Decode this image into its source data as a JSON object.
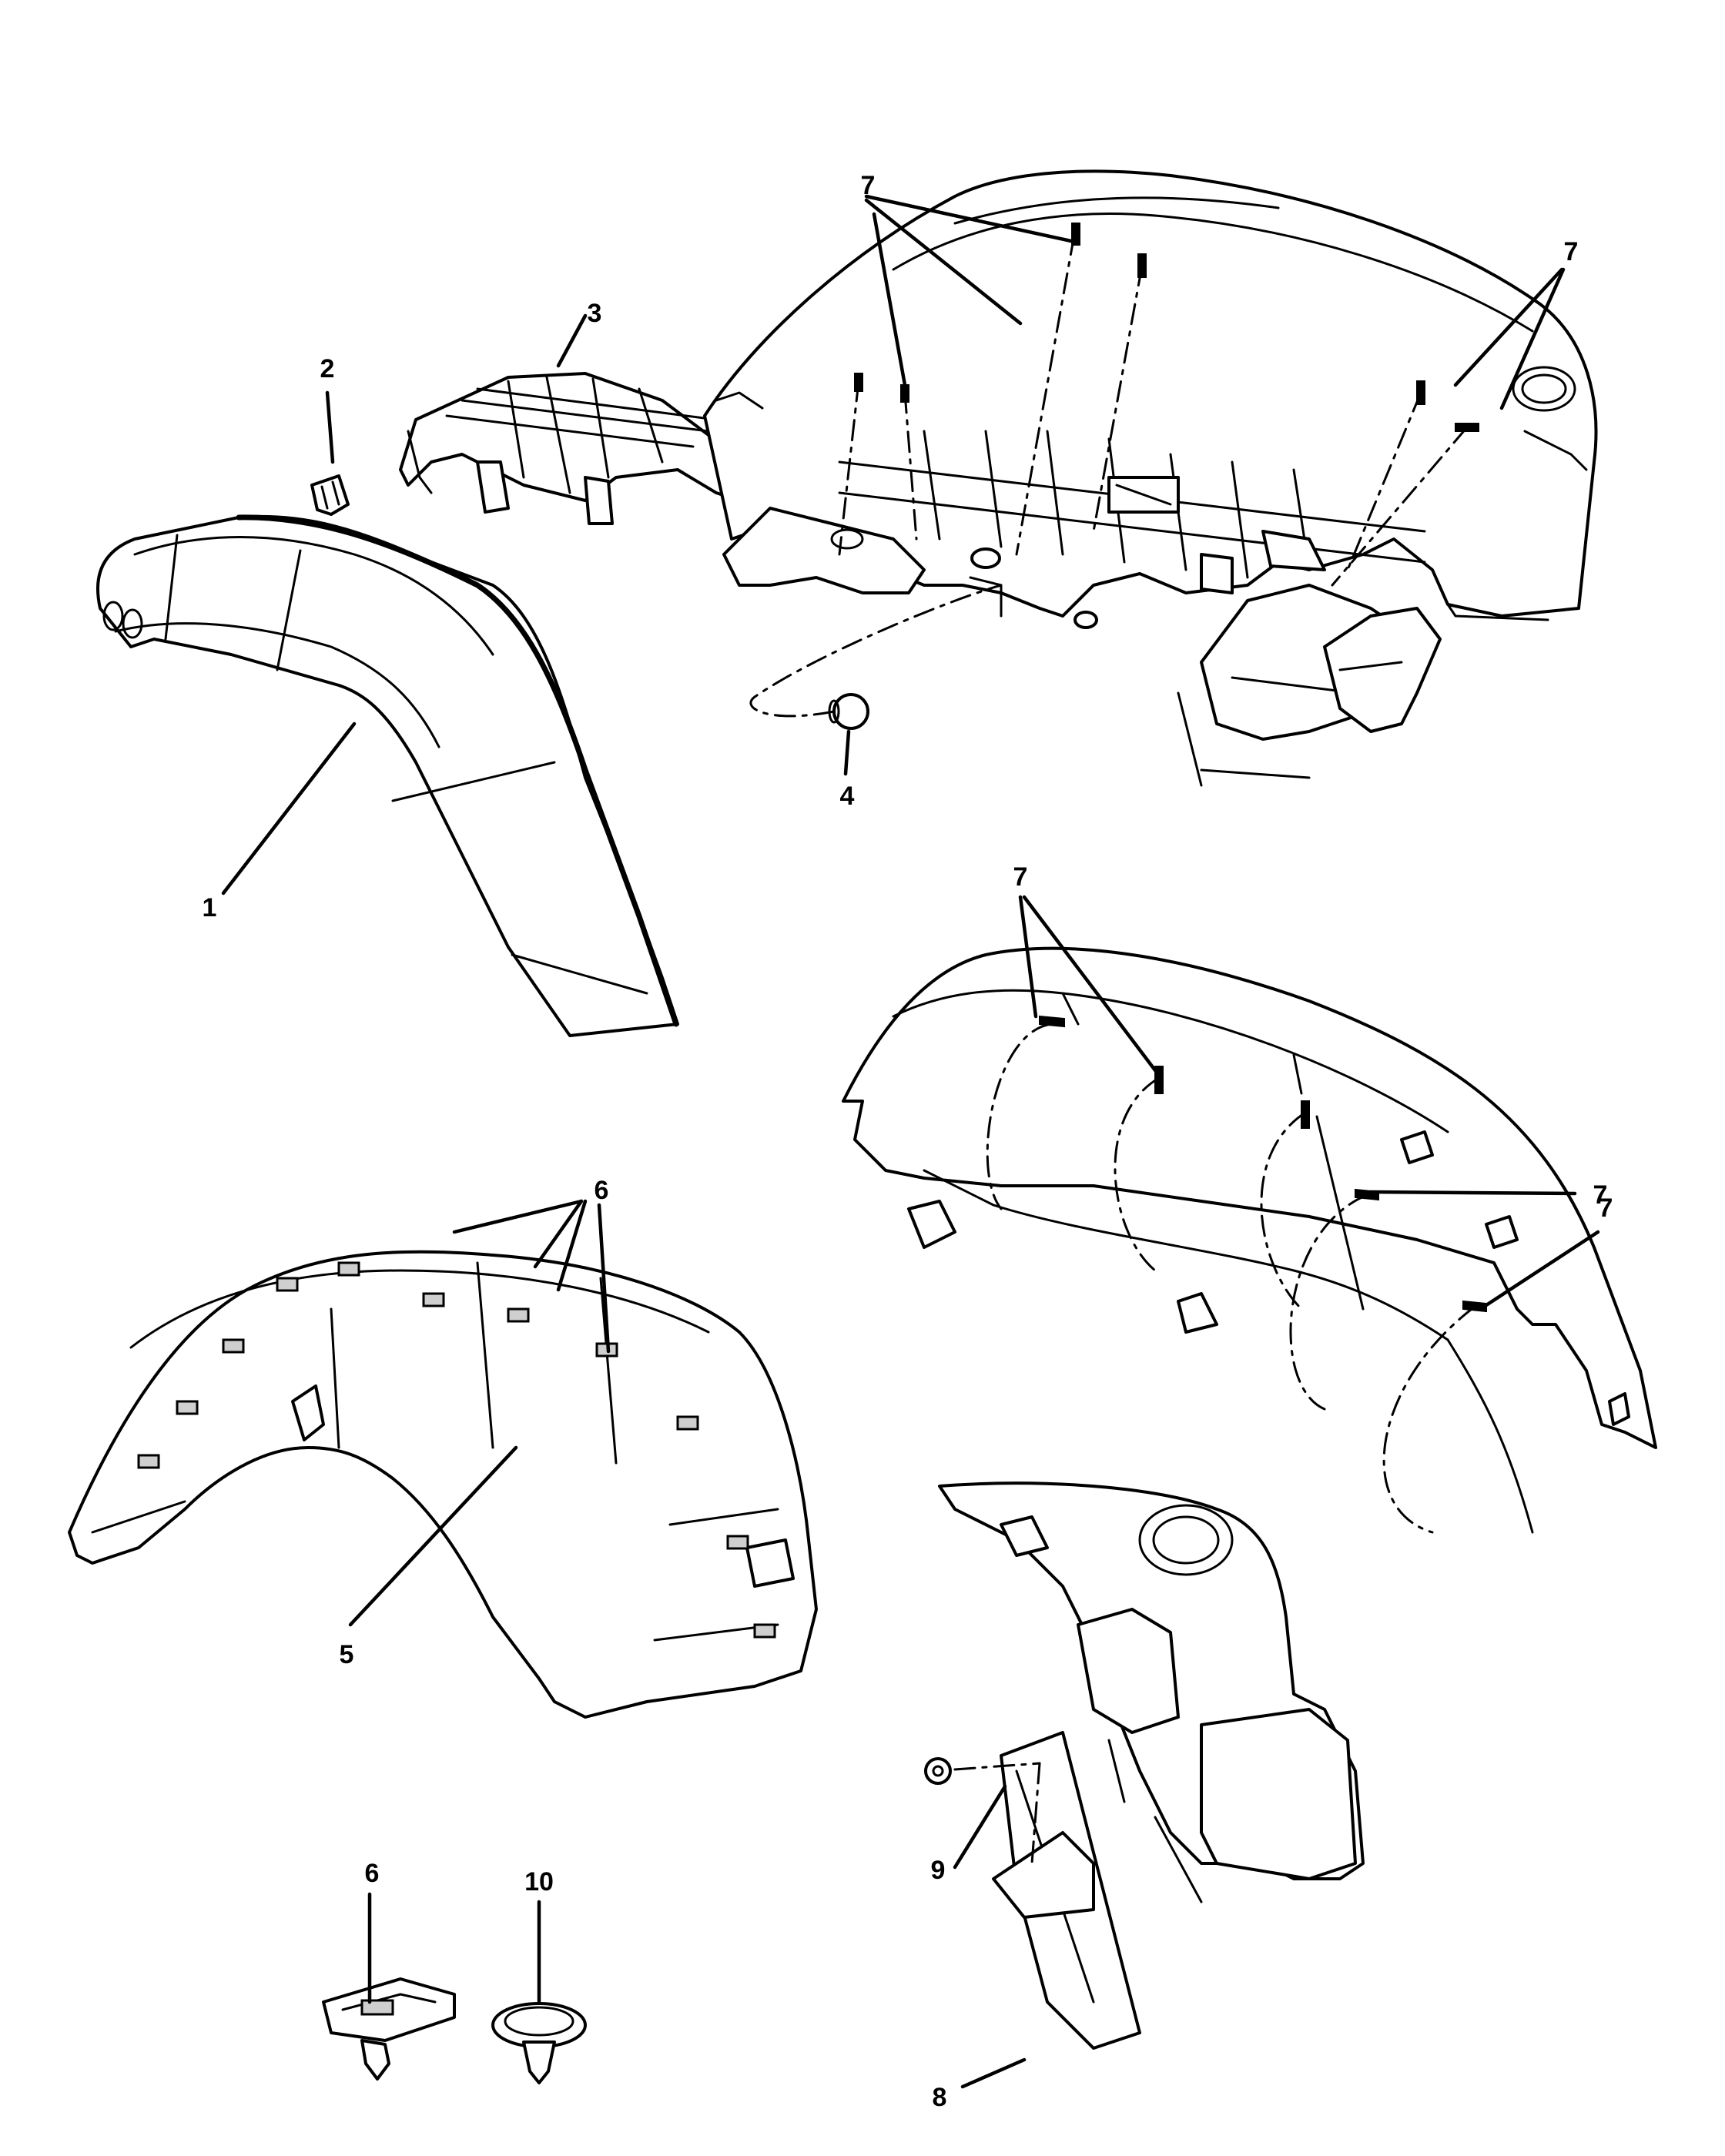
{
  "callouts": {
    "c1": "1",
    "c2": "2",
    "c3": "3",
    "c4": "4",
    "c5": "5",
    "c6_top": "6",
    "c6_bottom": "6",
    "c7_a": "7",
    "c7_b": "7",
    "c7_c": "7",
    "c7_d": "7",
    "c7_e": "7",
    "c8": "8",
    "c9": "9",
    "c10": "10"
  },
  "colors": {
    "line": "#000000",
    "background": "#ffffff",
    "shade": "#cfcfcf"
  }
}
